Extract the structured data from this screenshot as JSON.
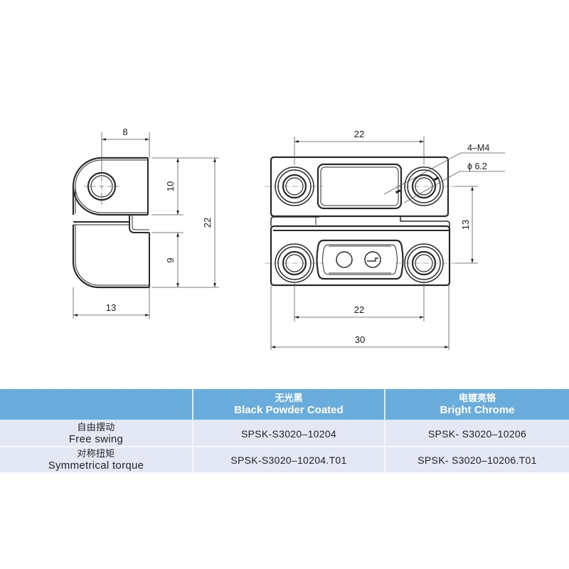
{
  "drawing": {
    "side_view": {
      "dimensions": {
        "top_width": "8",
        "bottom_width": "13",
        "upper_height": "10",
        "lower_height": "9",
        "total_height": "22"
      }
    },
    "front_view": {
      "dimensions": {
        "hole_spacing_top": "22",
        "hole_spacing_bottom": "22",
        "vertical_hole_spacing": "13",
        "total_width": "30"
      },
      "callouts": {
        "thread": "4–M4",
        "counterbore": "ϕ 6.2"
      }
    }
  },
  "table": {
    "headers": [
      {
        "cn": "",
        "en": ""
      },
      {
        "cn": "无光黑",
        "en": "Black Powder Coated"
      },
      {
        "cn": "电镀亮铬",
        "en": "Bright Chrome"
      }
    ],
    "rows": [
      {
        "label_cn": "自由摆动",
        "label_en": "Free swing",
        "black": "SPSK-S3020–10204",
        "chrome": "SPSK- S3020–10206"
      },
      {
        "label_cn": "对称扭矩",
        "label_en": "Symmetrical torque",
        "black": "SPSK-S3020–10204.T01",
        "chrome": "SPSK- S3020–10206.T01"
      }
    ]
  },
  "colors": {
    "header_bg": "#6aaddd",
    "row_bg": "#e3e8f4",
    "line": "#2a2a2a"
  }
}
